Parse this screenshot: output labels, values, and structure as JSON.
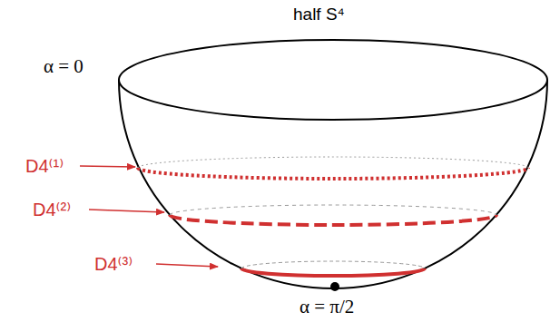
{
  "diagram": {
    "labels": [
      "half S⁴",
      "α = 0",
      "D4⁽¹⁾",
      "D4⁽²⁾",
      "D4⁽³⁾",
      "α = π/2"
    ]
  }
}
